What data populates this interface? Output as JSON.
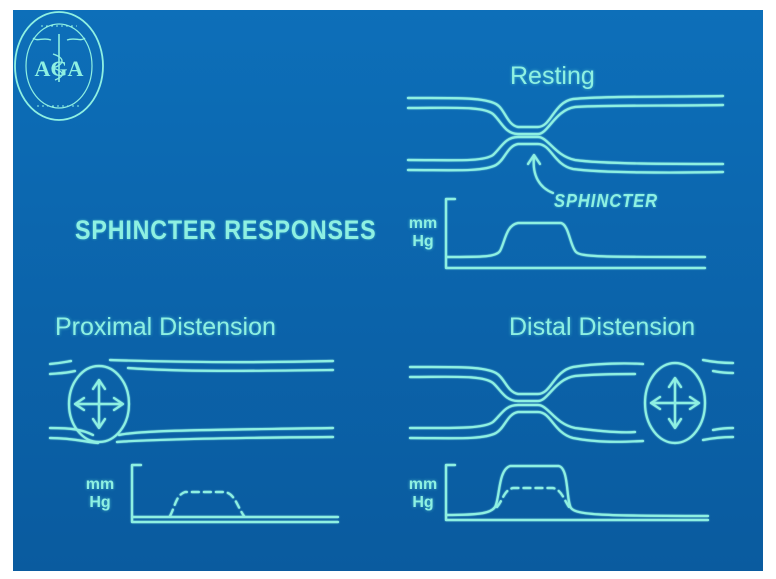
{
  "slide": {
    "title": "SPHINCTER RESPONSES",
    "logo": {
      "text": "AGA",
      "ring_text": "THE AMERICAN GASTROENTEROLOGICAL ASSOCIATION"
    },
    "panels": {
      "resting": {
        "heading": "Resting",
        "annotation": "SPHINCTER",
        "y_unit_line1": "mm",
        "y_unit_line2": "Hg"
      },
      "proximal": {
        "heading": "Proximal Distension",
        "y_unit_line1": "mm",
        "y_unit_line2": "Hg"
      },
      "distal": {
        "heading": "Distal Distension",
        "y_unit_line1": "mm",
        "y_unit_line2": "Hg"
      }
    }
  },
  "colors": {
    "background": "#0b64aa",
    "line": "#8ef0e2"
  }
}
